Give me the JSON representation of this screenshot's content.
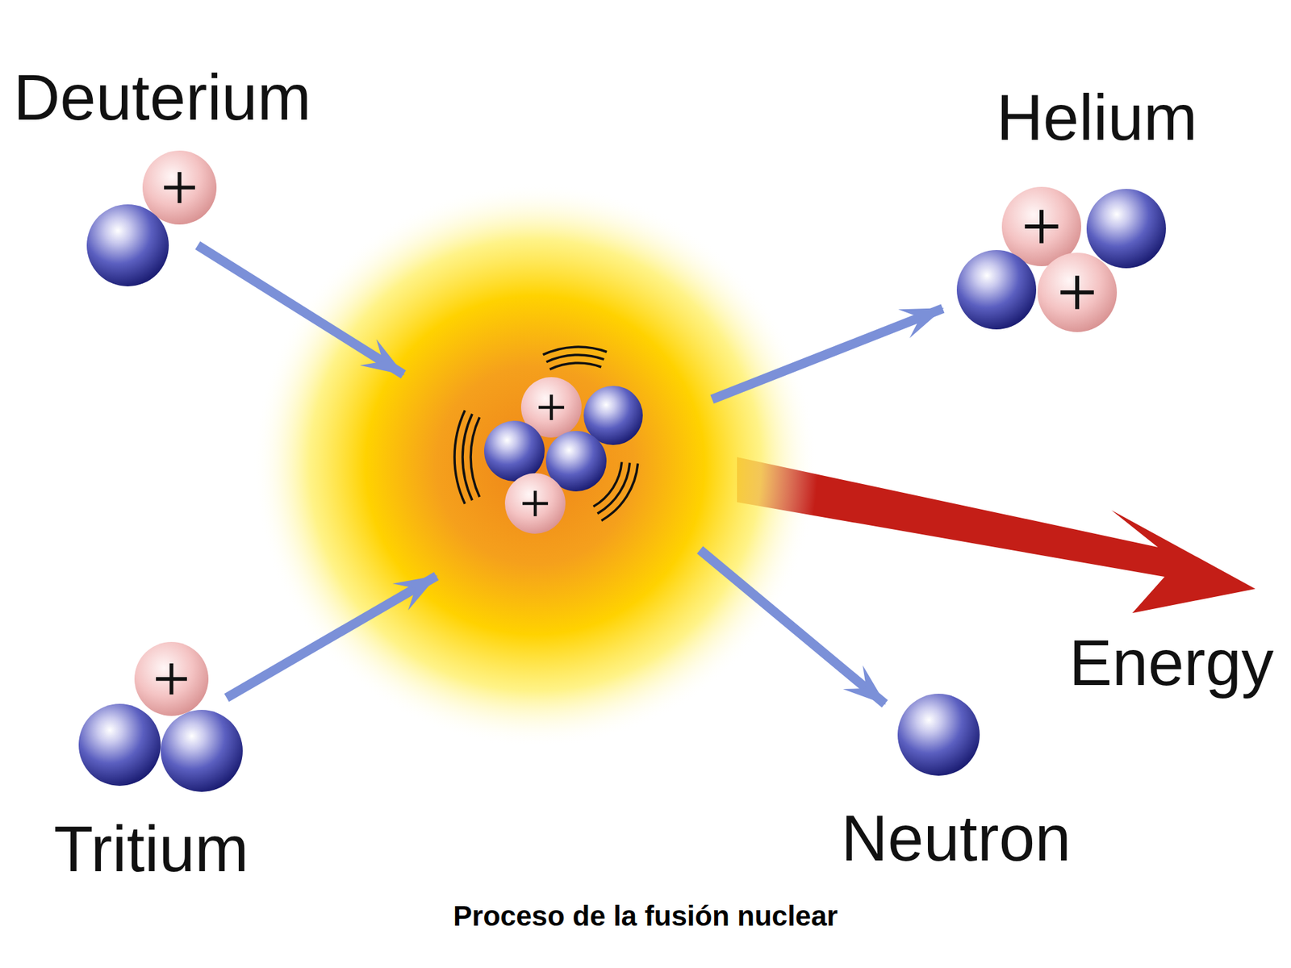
{
  "diagram": {
    "caption": "Proceso de la fusión nuclear",
    "nodes": [
      {
        "text": [
          "Deuterium"
        ]
      },
      {
        "text": [
          "Helium"
        ]
      },
      {
        "text": [
          "Tritium"
        ]
      },
      {
        "text": [
          "Neutron"
        ]
      }
    ],
    "labels": [
      "Energy"
    ]
  }
}
